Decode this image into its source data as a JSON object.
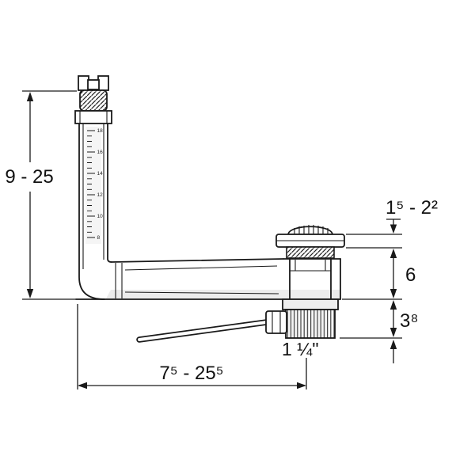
{
  "figure": {
    "scale": {
      "labels": [
        "18",
        "16",
        "14",
        "12",
        "10",
        "8"
      ]
    }
  },
  "dims": {
    "height_range": "9 - 25",
    "top_adjust": "1⁵ - 2²",
    "body_depth": "6",
    "tailpiece_height": "3⁸",
    "outlet_size": "1 ¼\"",
    "reach_range": "7⁵ - 25⁵"
  }
}
